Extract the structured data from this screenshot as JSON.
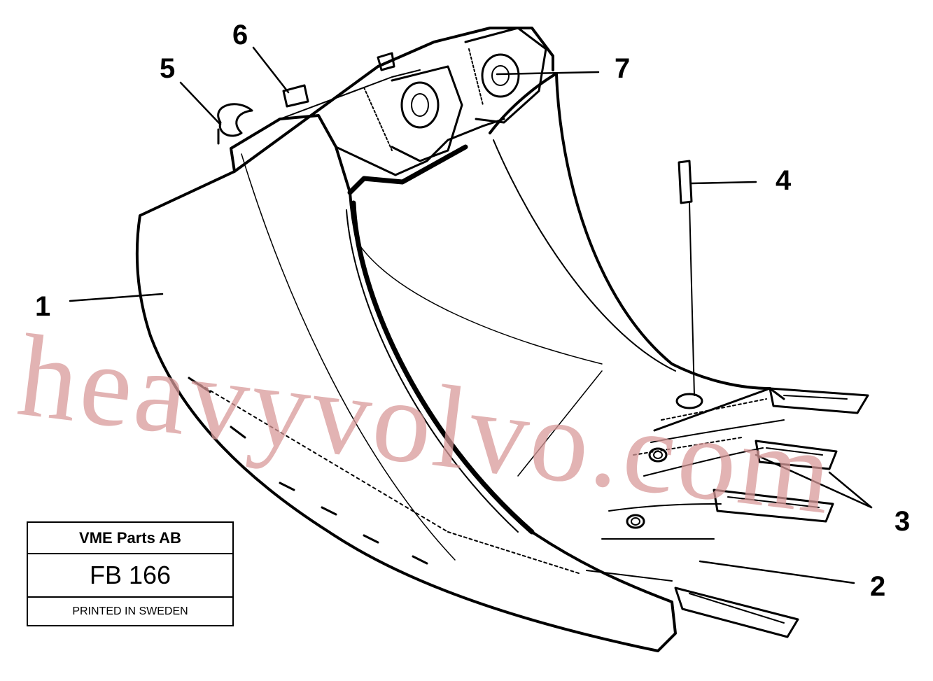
{
  "callouts": {
    "c1": "1",
    "c2": "2",
    "c3": "3",
    "c4": "4",
    "c5": "5",
    "c6": "6",
    "c7": "7"
  },
  "title_block": {
    "company": "VME Parts AB",
    "figure": "FB 166",
    "printed": "PRINTED IN SWEDEN"
  },
  "watermark": {
    "text": "heavyvolvo.com",
    "color": "#d99a9a"
  },
  "colors": {
    "line": "#000000",
    "background": "#ffffff"
  }
}
